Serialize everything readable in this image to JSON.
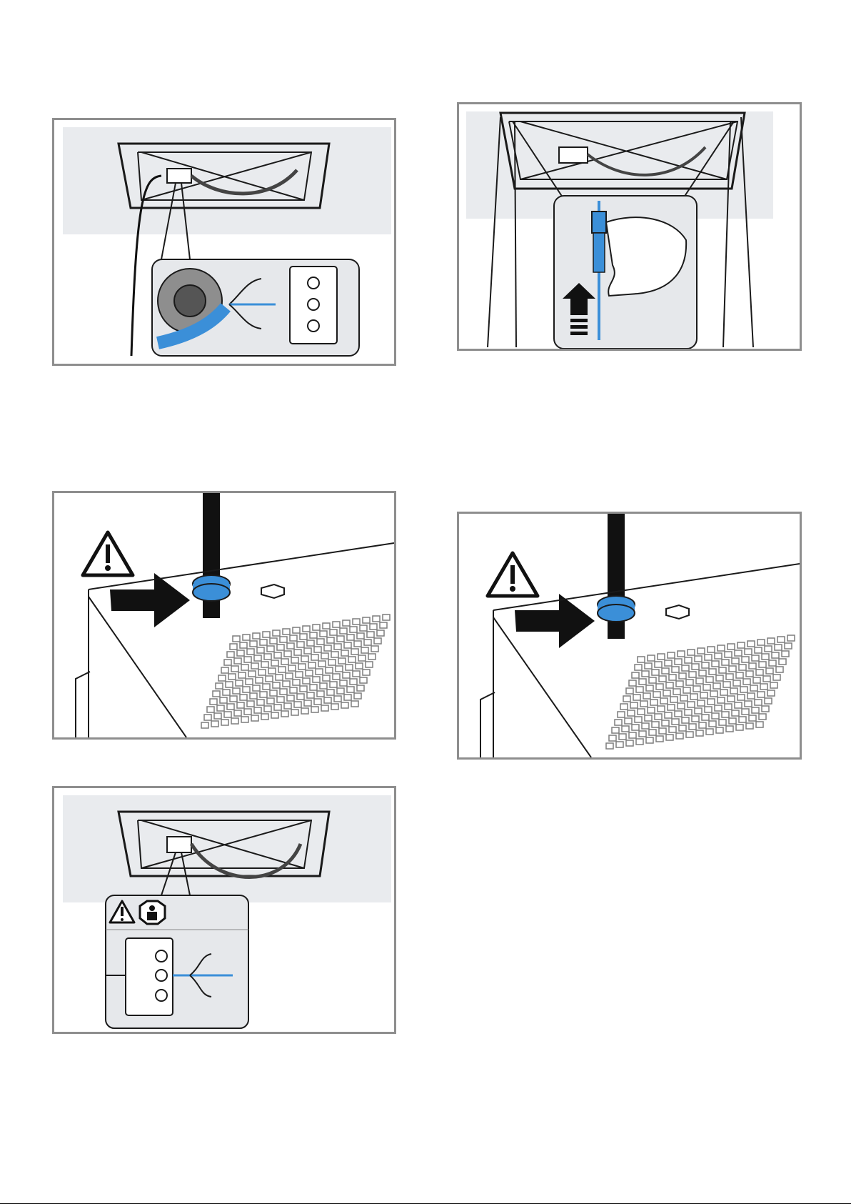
{
  "figures": [
    {
      "id": "fig-connect-cable-ceiling",
      "icon": "wiring-detail-icon"
    },
    {
      "id": "fig-insert-cable-upward",
      "icon": "arrow-up-icon"
    },
    {
      "id": "fig-cable-strain-relief-left",
      "icon": "warning-triangle-icon"
    },
    {
      "id": "fig-cable-strain-relief-right",
      "icon": "warning-triangle-icon"
    },
    {
      "id": "fig-terminal-block-electrician",
      "icon": "electrician-icon"
    }
  ],
  "colors": {
    "frame": "#8e8e8e",
    "ceiling": "#e9ebee",
    "cable_blue": "#3b8fd8",
    "line": "#1a1a1a",
    "callout": "#e6e8eb"
  }
}
